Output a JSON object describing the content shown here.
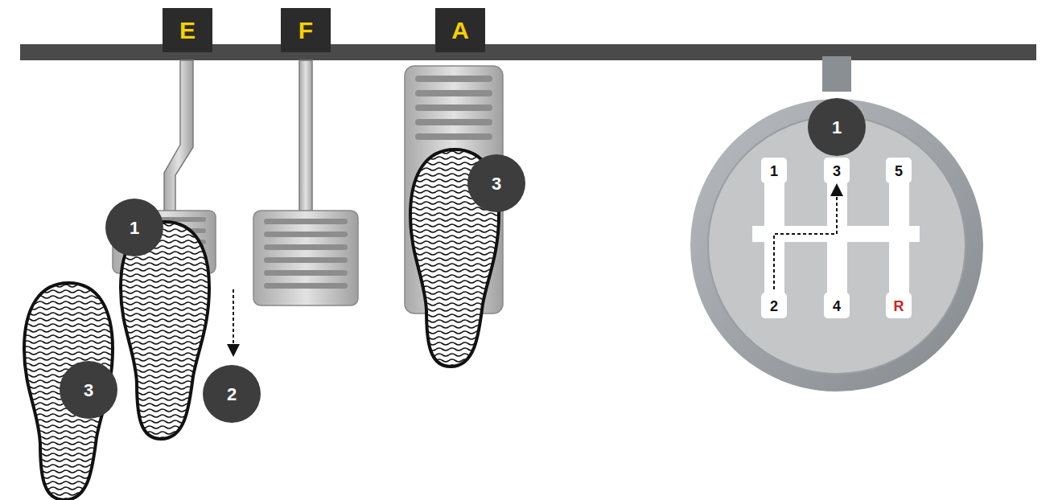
{
  "diagram": {
    "labels": [
      "E",
      "F",
      "A",
      "1",
      "3",
      "1",
      "1",
      "3",
      "5",
      "3",
      "2",
      "2",
      "4",
      "R"
    ]
  }
}
